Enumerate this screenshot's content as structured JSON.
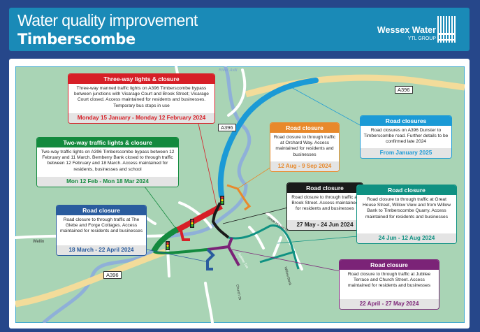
{
  "header": {
    "title": "Water quality improvement",
    "subtitle": "Timberscombe",
    "logo_brand": "Wessex Water",
    "logo_group": "YTL GROUP",
    "logo_mark": "YTL"
  },
  "map": {
    "road_labels": [
      "A396",
      "A396",
      "A396"
    ],
    "river_label": "River Avill",
    "street_labels": {
      "west": "Wellin",
      "great_house": "Great House St",
      "church": "Church St",
      "willow": "Willow Bank",
      "jubilee": "Jubilee Tce"
    }
  },
  "notices": [
    {
      "id": "three-way",
      "title": "Three-way lights & closure",
      "color": "#d71f27",
      "body": "Three-way manned traffic lights on A396 Timberscombe bypass between junctions with Vicarage Court and Brook Street; Vicarage Court closed. Access maintained for residents and businesses. Temporary bus stops in use",
      "dates": "Monday 15 January - Monday 12 February 2024"
    },
    {
      "id": "two-way",
      "title": "Two-way traffic lights & closure",
      "color": "#138a3e",
      "body": "Two-way traffic lights on A396 Timberscombe bypass between 12 February and 11 March. Bemberry Bank closed to through traffic between 12 February and 18 March. Access maintained for residents, businesses and school",
      "dates": "Mon 12 Feb - Mon 18 Mar 2024"
    },
    {
      "id": "glebe",
      "title": "Road closure",
      "color": "#2a5c9e",
      "body": "Road closure to through traffic at The Glebe and Forge Cottages. Access maintained for residents and businesses",
      "dates": "18 March - 22 April 2024"
    },
    {
      "id": "orchard",
      "title": "Road closure",
      "color": "#e8892b",
      "body": "Road closure to through traffic at Orchard Way. Access maintained for residents and businesses",
      "dates": "12 Aug - 9 Sep 2024"
    },
    {
      "id": "a396",
      "title": "Road closures",
      "color": "#1b9ad6",
      "body": "Road closures on A396 Dunster to Timberscombe road. Further details to be confirmed late 2024",
      "dates": "From January 2025"
    },
    {
      "id": "brook",
      "title": "Road closure",
      "color": "#1a1a1a",
      "body": "Road closure to through traffic at Brook Street. Access maintained for residents and businesses",
      "dates": "27 May - 24 Jun 2024"
    },
    {
      "id": "great-house",
      "title": "Road closure",
      "color": "#0f9182",
      "body": "Road closure to through traffic at Great House Street, Willow View and from Willow Bank to Timberscombe Quarry. Access maintained for residents and businesses",
      "dates": "24 Jun - 12 Aug 2024"
    },
    {
      "id": "jubilee",
      "title": "Road closure",
      "color": "#7b2377",
      "body": "Road closure to through traffic at Jubilee Terrace and Church Street. Access maintained for residents and businesses",
      "dates": "22 April - 27 May 2024"
    }
  ],
  "colors": {
    "background": "#26478a",
    "header": "#1a8ab7",
    "map": "#a9d4b5",
    "river": "#8fb0d8",
    "a_road": "#f3dc9a"
  }
}
